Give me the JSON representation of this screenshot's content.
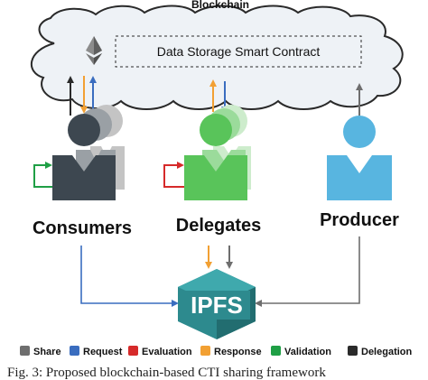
{
  "diagram": {
    "blockchain_title": "Blockchain",
    "contract_label": "Data Storage Smart Contract",
    "ipfs_label": "IPFS",
    "roles": {
      "consumers": "Consumers",
      "delegates": "Delegates",
      "producer": "Producer"
    },
    "legend": [
      {
        "label": "Share",
        "color": "#6e6e6e"
      },
      {
        "label": "Request",
        "color": "#3a6dbf"
      },
      {
        "label": "Evaluation",
        "color": "#d62a2a"
      },
      {
        "label": "Response",
        "color": "#f2a033"
      },
      {
        "label": "Validation",
        "color": "#1f9f45"
      },
      {
        "label": "Delegation",
        "color": "#2a2a2a"
      }
    ]
  },
  "colors": {
    "consumer": "#3d4750",
    "delegate": "#59c45a",
    "producer": "#58b5e0",
    "ipfs": "#2d8a8e",
    "cloud_fill": "#eef2f6",
    "cloud_stroke": "#2a2a2a"
  },
  "caption": "Fig. 3: Proposed blockchain-based CTI sharing framework"
}
